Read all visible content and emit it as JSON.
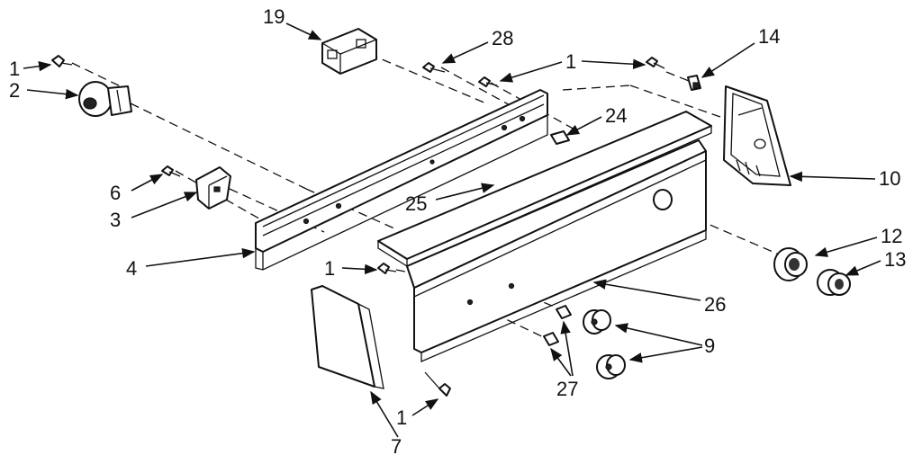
{
  "callouts": {
    "c19": "19",
    "c28": "28",
    "c1_topleft": "1",
    "c2": "2",
    "c1_top": "1",
    "c14": "14",
    "c24": "24",
    "c6": "6",
    "c3": "3",
    "c25": "25",
    "c10": "10",
    "c4": "4",
    "c1_mid": "1",
    "c12": "12",
    "c13": "13",
    "c26": "26",
    "c9": "9",
    "c27": "27",
    "c1_bottom": "1",
    "c7": "7"
  }
}
